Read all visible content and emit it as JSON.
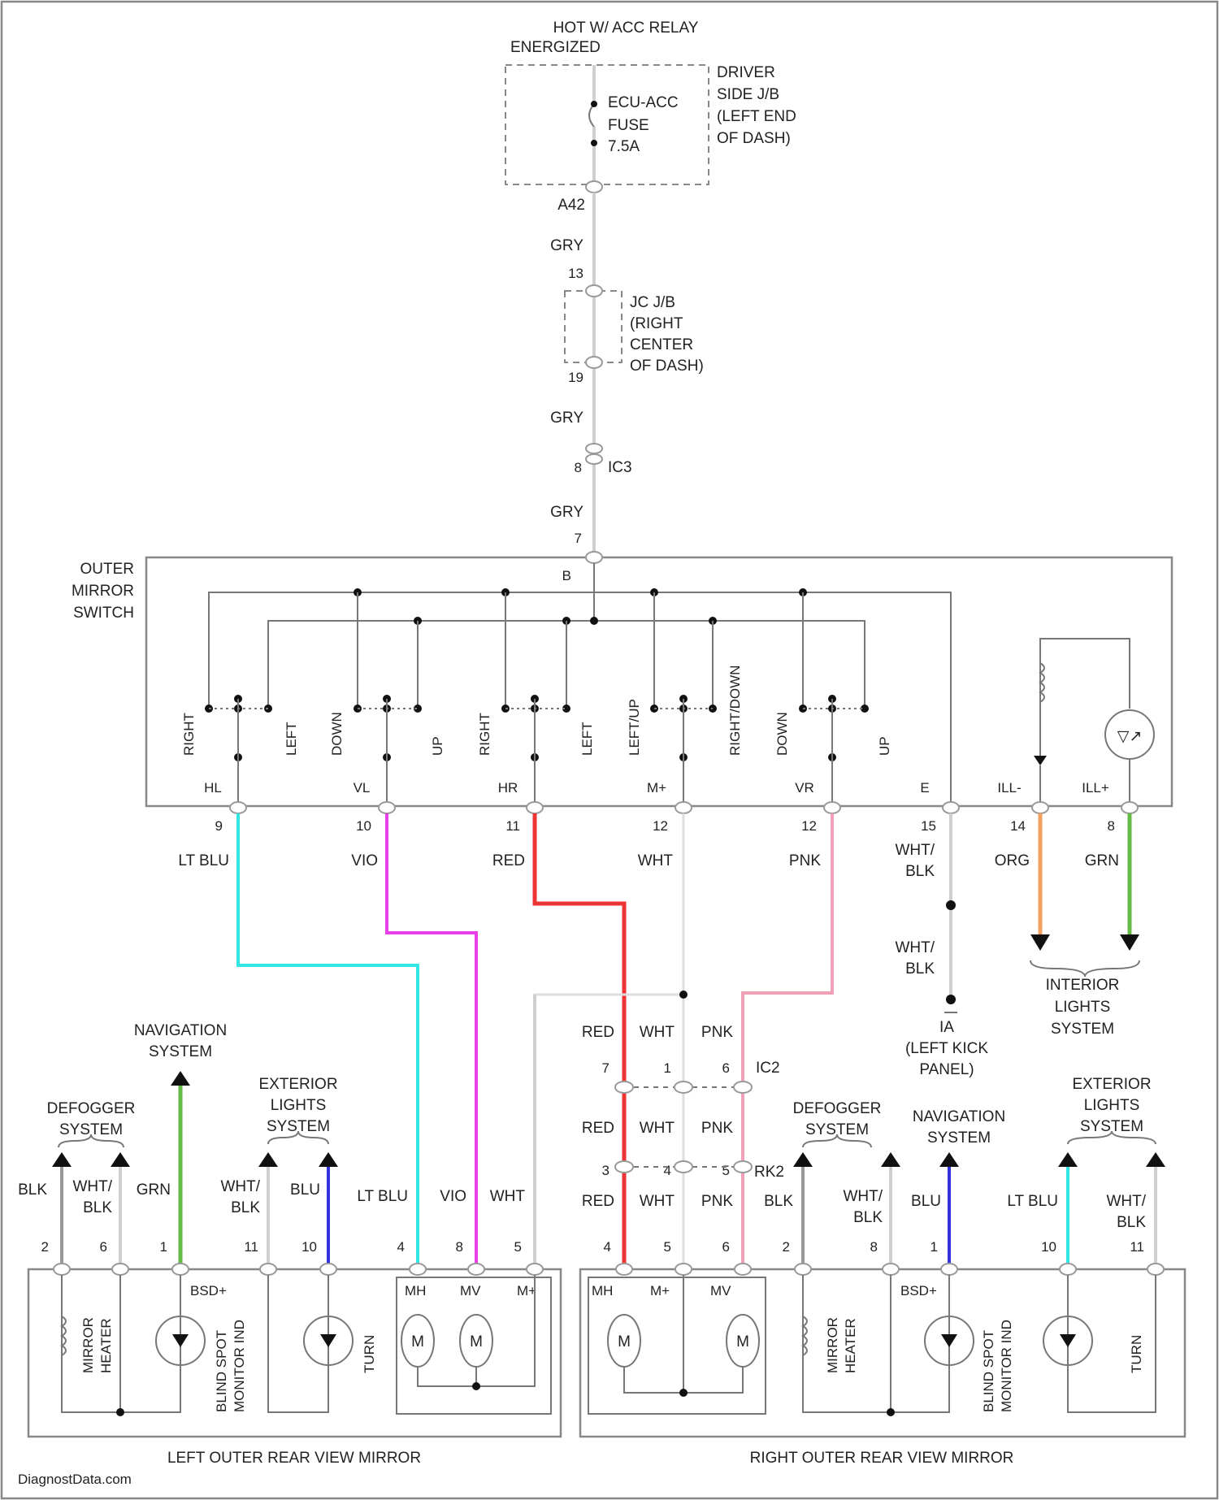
{
  "top": {
    "relay": "HOT W/ ACC RELAY",
    "relay_state": "ENERGIZED",
    "fuse_name": "ECU-ACC",
    "fuse_word": "FUSE",
    "fuse_rating": "7.5A",
    "jb_l1": "DRIVER",
    "jb_l2": "SIDE J/B",
    "jb_l3": "(LEFT END",
    "jb_l4": "OF DASH)",
    "pin_a4": "A42",
    "wire1": "GRY",
    "pin_13": "13",
    "jc_l1": "JC J/B",
    "jc_l2": "(RIGHT",
    "jc_l3": "CENTER",
    "jc_l4": "OF DASH)",
    "pin_19": "19",
    "wire2": "GRY",
    "pin_8": "8",
    "conn_c3": "IC3",
    "wire3": "GRY",
    "pin_7": "7"
  },
  "switch": {
    "title_l1": "OUTER",
    "title_l2": "MIRROR",
    "title_l3": "SWITCH",
    "pin_b": "B",
    "pos": [
      "RIGHT",
      "LEFT",
      "DOWN",
      "UP",
      "RIGHT",
      "LEFT",
      "LEFT/UP",
      "RIGHT/DOWN",
      "DOWN",
      "UP"
    ],
    "terms": [
      "HL",
      "VL",
      "HR",
      "M+",
      "VR",
      "E",
      "ILL-",
      "ILL+"
    ],
    "pins": [
      "9",
      "10",
      "11",
      "12",
      "12",
      "15",
      "14",
      "8"
    ],
    "led_sym": "▽↗"
  },
  "wires": {
    "ltblu": "LT BLU",
    "vio": "VIO",
    "red": "RED",
    "wht": "WHT",
    "pnk": "PNK",
    "wht_blk": "WHT/",
    "blk": "BLK",
    "org": "ORG",
    "grn": "GRN"
  },
  "ground": {
    "g1": "WHT/",
    "g2": "BLK",
    "g3": "IA",
    "g4": "(LEFT KICK",
    "g5": "PANEL)"
  },
  "interior": {
    "l1": "INTERIOR",
    "l2": "LIGHTS",
    "l3": "SYSTEM"
  },
  "ic2": {
    "red": "RED",
    "wht": "WHT",
    "pnk": "PNK",
    "p7": "7",
    "p1": "1",
    "p6": "6",
    "name": "IC2",
    "red2": "RED",
    "wht2": "WHT",
    "pnk2": "PNK",
    "p3": "3",
    "p4": "4",
    "p5": "5",
    "name2": "RK2"
  },
  "left_mirror": {
    "title": "LEFT OUTER REAR VIEW MIRROR",
    "nav_l1": "NAVIGATION",
    "nav_l2": "SYSTEM",
    "def_l1": "DEFOGGER",
    "def_l2": "SYSTEM",
    "ext_l1": "EXTERIOR",
    "ext_l2": "LIGHTS",
    "ext_l3": "SYSTEM",
    "wires": [
      "BLK",
      "WHT/",
      "BLK",
      "GRN",
      "WHT/",
      "BLK",
      "BLU",
      "LT BLU",
      "VIO",
      "WHT"
    ],
    "pins": [
      "2",
      "6",
      "1",
      "11",
      "10",
      "4",
      "8",
      "5"
    ],
    "bsd": "BSD+",
    "heater_l1": "MIRROR",
    "heater_l2": "HEATER",
    "bsm_l1": "BLIND SPOT",
    "bsm_l2": "MONITOR IND",
    "turn": "TURN",
    "mh": "MH",
    "mv": "MV",
    "mplus": "M+",
    "motor": "M"
  },
  "right_mirror": {
    "title": "RIGHT OUTER REAR VIEW MIRROR",
    "def_l1": "DEFOGGER",
    "def_l2": "SYSTEM",
    "nav_l1": "NAVIGATION",
    "nav_l2": "SYSTEM",
    "ext_l1": "EXTERIOR",
    "ext_l2": "LIGHTS",
    "ext_l3": "SYSTEM",
    "wires": [
      "RED",
      "WHT",
      "PNK",
      "BLK",
      "WHT/",
      "BLK",
      "BLU",
      "LT BLU",
      "WHT/",
      "BLK"
    ],
    "pins": [
      "4",
      "5",
      "6",
      "2",
      "8",
      "1",
      "10",
      "11"
    ],
    "bsd": "BSD+",
    "heater_l1": "MIRROR",
    "heater_l2": "HEATER",
    "bsm_l1": "BLIND SPOT",
    "bsm_l2": "MONITOR IND",
    "turn": "TURN",
    "mh": "MH",
    "mplus": "M+",
    "mv": "MV",
    "motor": "M"
  },
  "footer": "DiagnostData.com",
  "colors": {
    "ltblu": "#33e6e6",
    "vio": "#e640e6",
    "red": "#ee3333",
    "wht": "#dddddd",
    "pnk": "#f2a0b8",
    "org": "#f2a060",
    "grn": "#66bb44",
    "blu": "#3333dd",
    "gry": "#cfcfcf"
  }
}
